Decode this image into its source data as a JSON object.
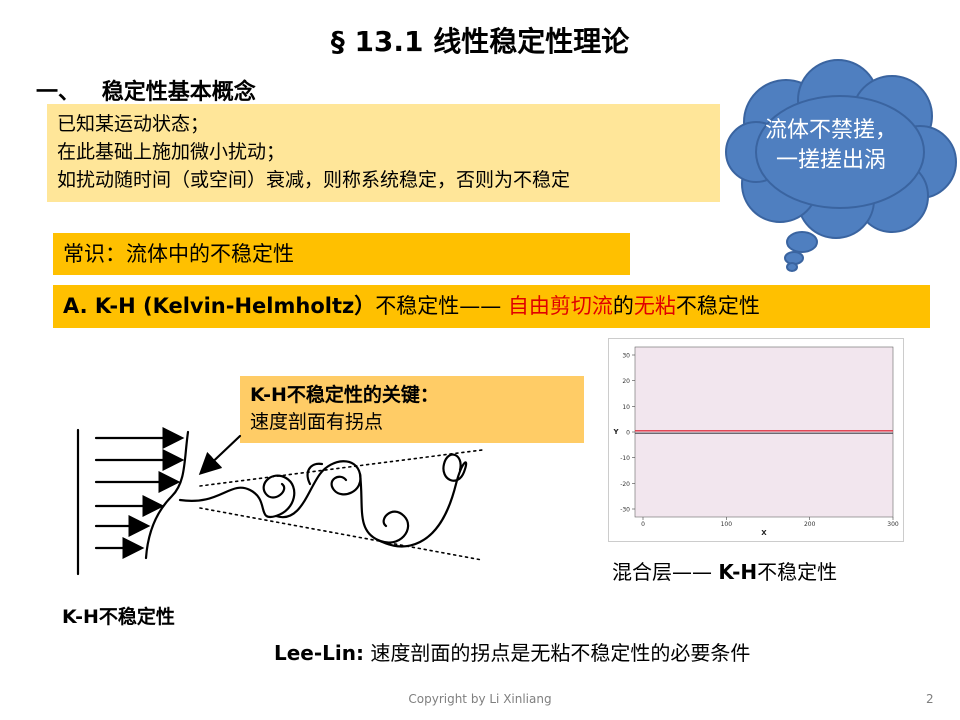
{
  "title": "§ 13.1  线性稳定性理论",
  "section": {
    "number": "一、",
    "heading": "稳定性基本概念"
  },
  "definition_box": {
    "lines": [
      "已知某运动状态；",
      "在此基础上施加微小扰动；",
      "如扰动随时间（或空间）衰减，则称系统稳定，否则为不稳定"
    ]
  },
  "cloud": {
    "line1": "流体不禁搓，",
    "line2": "一搓搓出涡"
  },
  "common_box": {
    "text": "常识：流体中的不稳定性"
  },
  "kh_box": {
    "prefix": "A.  K-H (Kelvin-Helmholtz）",
    "middle": "不稳定性——  ",
    "red1": "自由剪切流",
    "de": "的",
    "red2": "无粘",
    "suffix": "不稳定性"
  },
  "callout": {
    "line1": "K-H不稳定性的关键：",
    "line2": "速度剖面有拐点"
  },
  "plot": {
    "y_ticks": [
      "30",
      "20",
      "10",
      "0",
      "-10",
      "-20",
      "-30"
    ],
    "x_ticks": [
      "0",
      "100",
      "200",
      "300"
    ],
    "xlabel": "X",
    "ylabel": "Y",
    "colors": {
      "background": "#f2e6ee",
      "line_red": "#e03040",
      "line_dark": "#404048"
    }
  },
  "mix_caption": {
    "prefix": "混合层—— ",
    "bold": "K-H",
    "suffix": "不稳定性"
  },
  "kh_caption": "K-H不稳定性",
  "leelin": {
    "bold": "Lee-Lin:",
    "text": " 速度剖面的拐点是无粘不稳定性的必要条件"
  },
  "footer": {
    "copyright": "Copyright by Li Xinliang",
    "page": "2"
  }
}
